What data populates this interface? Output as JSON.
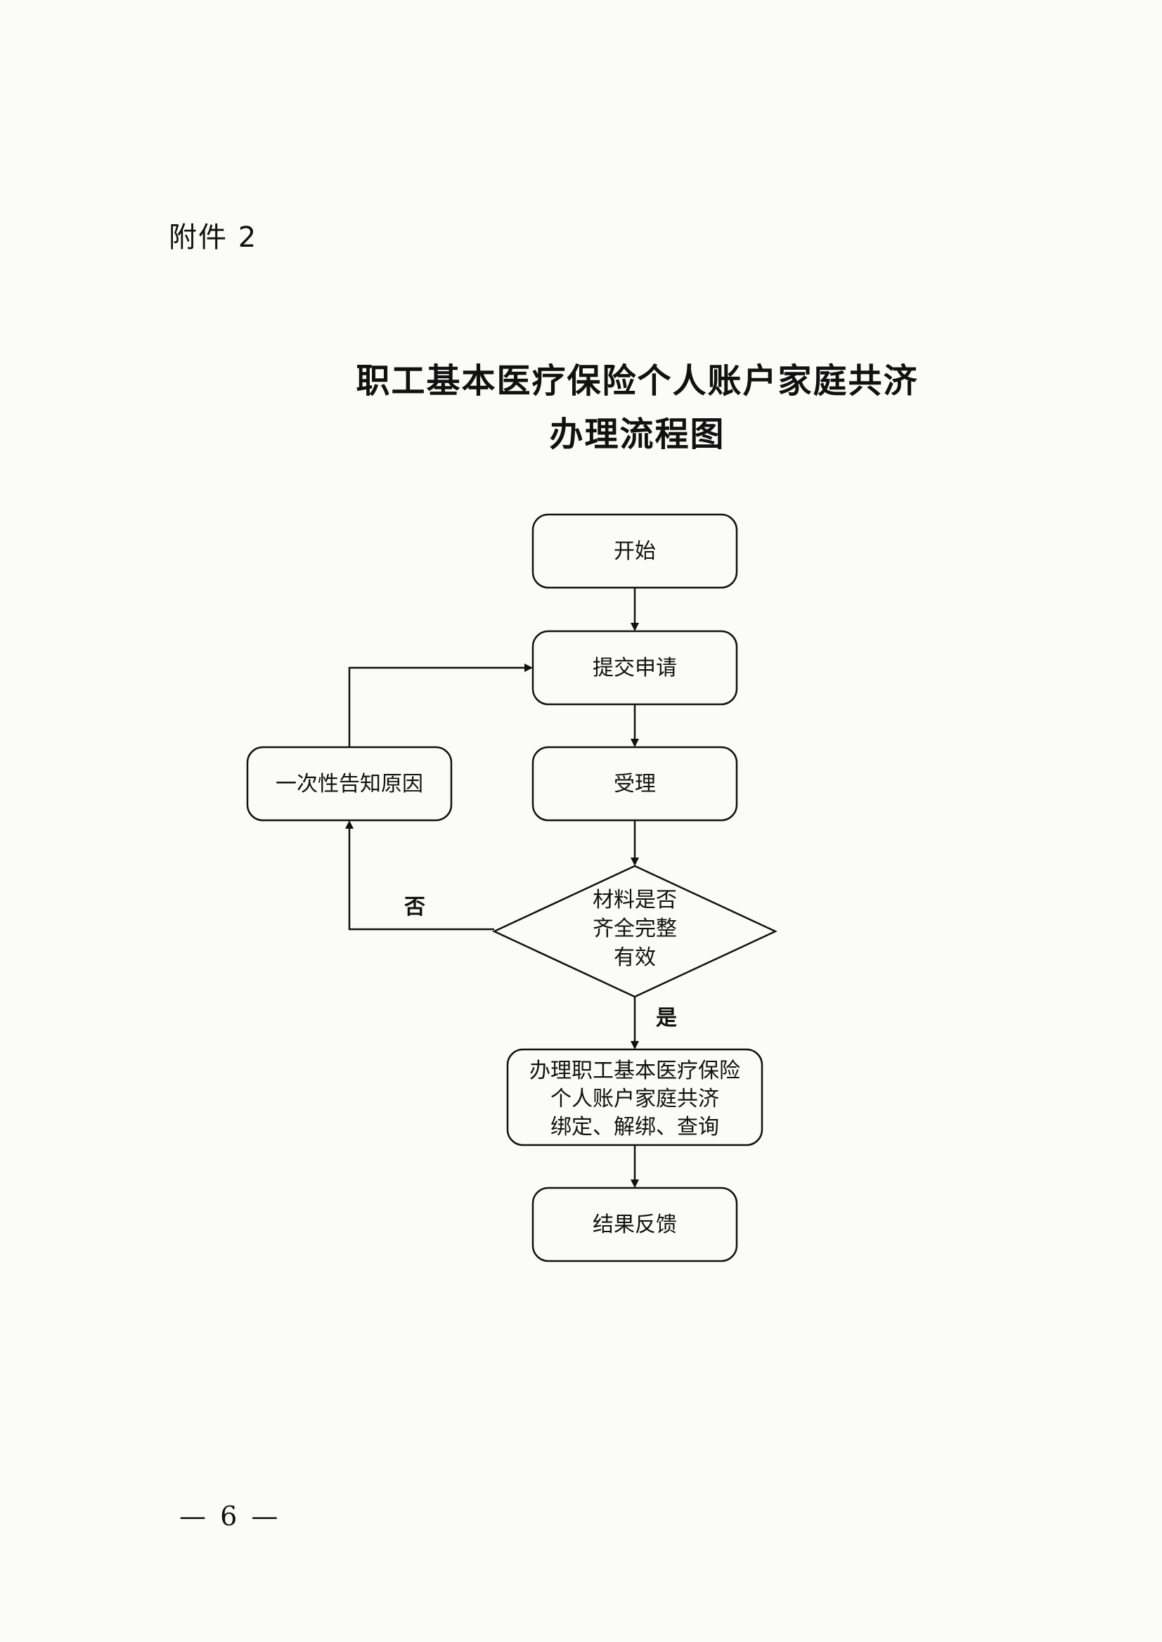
{
  "header": {
    "attachment": "附件 2"
  },
  "title": {
    "line1": "职工基本医疗保险个人账户家庭共济",
    "line2": "办理流程图"
  },
  "nodes": {
    "start": {
      "text": "开始"
    },
    "submit": {
      "text": "提交申请"
    },
    "accept": {
      "text": "受理"
    },
    "check": {
      "line1": "材料是否",
      "line2": "齐全完整",
      "line3": "有效"
    },
    "reject": {
      "text": "一次性告知原因"
    },
    "process": {
      "line1": "办理职工基本医疗保险",
      "line2": "个人账户家庭共济",
      "line3": "绑定、解绑、查询"
    },
    "feedback": {
      "text": "结果反馈"
    }
  },
  "edges": {
    "no_label": "否",
    "yes_label": "是"
  },
  "footer": {
    "page_number": "— 6 —"
  }
}
